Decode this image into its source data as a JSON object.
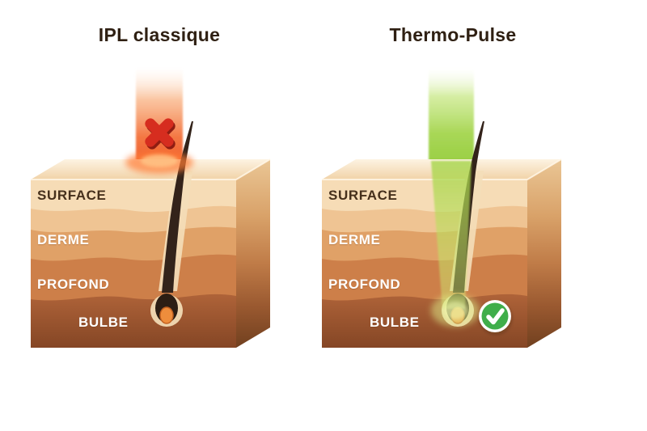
{
  "background_color": "#ffffff",
  "panels": [
    {
      "title": "IPL classique",
      "beam_color": "#f2683a",
      "result_icon": "cross-icon",
      "result_icon_color": "#d62d1f",
      "beam_reaches_bulb": false,
      "layers": [
        "SURFACE",
        "DERME",
        "PROFOND",
        "BULBE"
      ]
    },
    {
      "title": "Thermo-Pulse",
      "beam_color": "#9ed24a",
      "result_icon": "check-icon",
      "result_icon_color": "#3fae4a",
      "beam_reaches_bulb": true,
      "layers": [
        "SURFACE",
        "DERME",
        "PROFOND",
        "BULBE"
      ]
    }
  ],
  "skin_colors": {
    "top_face": "#f8e7cd",
    "surface_band": "#f6dcb6",
    "upper_derme_band": "#efc493",
    "derme_band": "#e0a167",
    "profond_band": "#cd7f49",
    "bulbe_band": "#8e4d2a",
    "hair": "#33231a",
    "papilla": "#ee8d3c"
  },
  "label_text_colors": {
    "surface": "#46301c",
    "derme": "#ffffff",
    "profond": "#ffffff",
    "bulbe": "#ffffff"
  }
}
